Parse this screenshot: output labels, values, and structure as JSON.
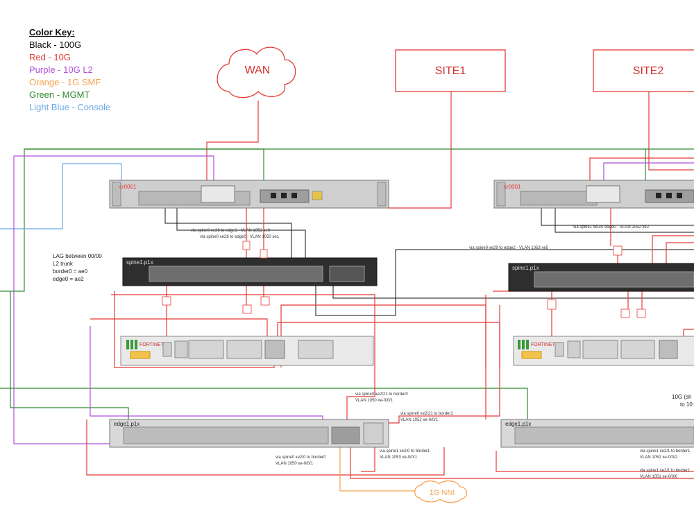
{
  "color_key": {
    "title": "Color Key:",
    "items": [
      {
        "label": "Black - 100G",
        "color": "#111111"
      },
      {
        "label": "Red - 10G",
        "color": "#e53935"
      },
      {
        "label": "Purple - 10G L2",
        "color": "#b04fd9"
      },
      {
        "label": "Orange - 1G SMF",
        "color": "#f5a04a"
      },
      {
        "label": "Green - MGMT",
        "color": "#2e8b2e"
      },
      {
        "label": "Light Blue - Console",
        "color": "#6aa9e9"
      }
    ]
  },
  "clouds": {
    "wan": "WAN",
    "nni": "1G NNI"
  },
  "sites": {
    "site1": "SITE1",
    "site2": "SITE2"
  },
  "devices": {
    "router1": "cr0001",
    "router2": "cr0001",
    "spine1": "spine1.p1x",
    "spine2": "spine1.p1x",
    "fw1_brand": "FORTINET",
    "fw2_brand": "FORTINET",
    "edge1": "edge1.p1x",
    "edge2": "edge1.p1x"
  },
  "annotations": {
    "lag": [
      "LAG between 00/00",
      "L2 trunk",
      "border0 = ae0",
      "edge0 = ae2"
    ],
    "via1": "via spine0 xe26 to edge1 - VLAN 1051 xe0",
    "via2": "via spine0 xe28 to edge0 - VLAN 1050 xe1",
    "via3": "via spine0 xe29 to edge2 - VLAN 1053 xe5",
    "via4": "via spine1 xe0/0 edge0 - VLAN 1052 xe2",
    "via5": [
      "via spine0 xe2/21 to border0",
      "VLAN 1050 xe-0/0/1"
    ],
    "via6": [
      "via spine0 xe2/21 to border1",
      "VLAN 1052 xe-0/0/1"
    ],
    "via7": [
      "via spine0 xe2/0 to border0",
      "VLAN 1050 xe-0/0/1"
    ],
    "via8": [
      "via spine1 xe2/0 to border1",
      "VLAN 1053 xe-0/0/1"
    ],
    "via9": [
      "via spine1 xe2/1 to border1",
      "VLAN 1052 xe-0/0/2"
    ],
    "via10": [
      "via spine1 xe2/1 to border1",
      "VLAN 1051 xe-0/0/0"
    ],
    "tengig": [
      "10G (sh",
      "to 10"
    ]
  }
}
